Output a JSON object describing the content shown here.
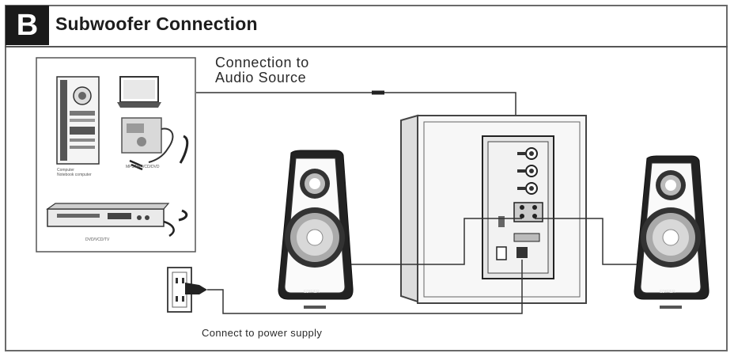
{
  "header": {
    "badge": "B",
    "title": "Subwoofer Connection"
  },
  "labels": {
    "audio_source_line1": "Connection to",
    "audio_source_line2": "Audio Source",
    "power_supply": "Connect to power supply"
  },
  "source_box": {
    "computer_caption_1": "Computer",
    "computer_caption_2": "Notebook computer",
    "mp3_caption": "MP3/MP4/CD/DVD",
    "dvd_caption": "DVD/VCD/TV"
  },
  "speakers": {
    "brand_left": "EDIFIER",
    "brand_right": "EDIFIER"
  },
  "icons": [
    "computer-tower-icon",
    "laptop-icon",
    "mp3-player-icon",
    "dvd-player-icon",
    "power-outlet-icon",
    "power-plug-icon",
    "rca-plug-icon"
  ]
}
